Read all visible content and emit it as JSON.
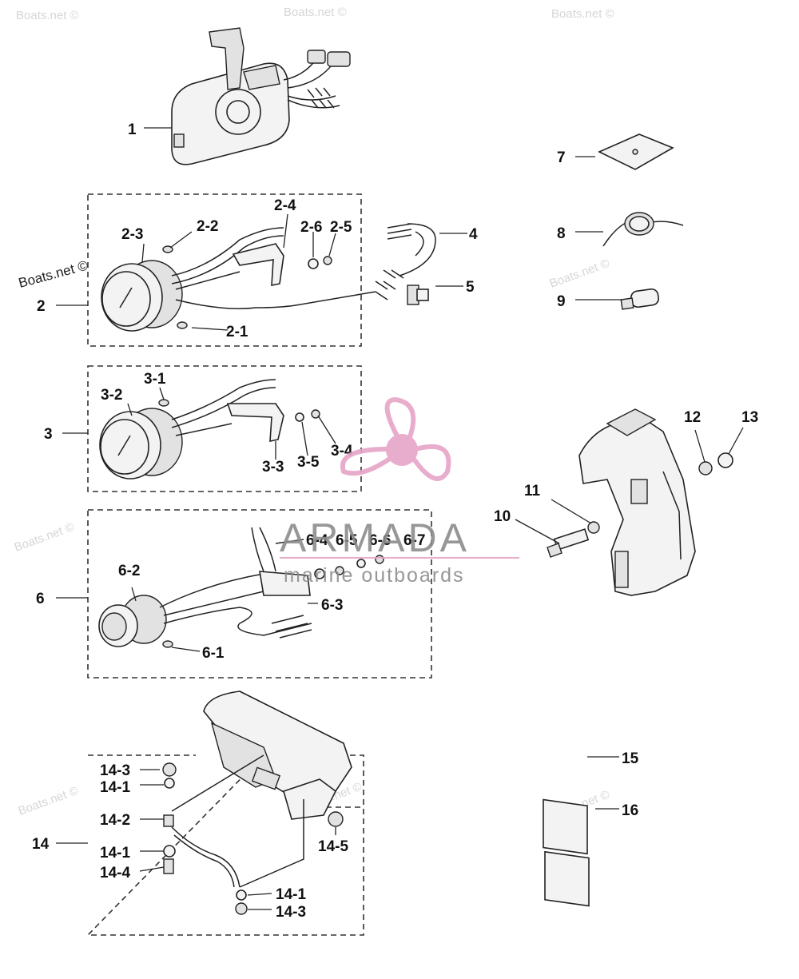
{
  "watermark": "Boats.net ©",
  "logo": {
    "brand": "ARMADA",
    "tagline": "marine outboards",
    "accent": "#e6a5c7",
    "text_color": "#8c8c8c"
  },
  "labels": {
    "p1": "1",
    "p2": "2",
    "p2_1": "2-1",
    "p2_2": "2-2",
    "p2_3": "2-3",
    "p2_4": "2-4",
    "p2_5": "2-5",
    "p2_6": "2-6",
    "p3": "3",
    "p3_1": "3-1",
    "p3_2": "3-2",
    "p3_3": "3-3",
    "p3_4": "3-4",
    "p3_5": "3-5",
    "p4": "4",
    "p5": "5",
    "p6": "6",
    "p6_1": "6-1",
    "p6_2": "6-2",
    "p6_3": "6-3",
    "p6_4": "6-4",
    "p6_5": "6-5",
    "p6_6": "6-6",
    "p6_7": "6-7",
    "p7": "7",
    "p8": "8",
    "p9": "9",
    "p10": "10",
    "p11": "11",
    "p12": "12",
    "p13": "13",
    "p14": "14",
    "p14_1a": "14-1",
    "p14_1b": "14-1",
    "p14_1c": "14-1",
    "p14_2": "14-2",
    "p14_3a": "14-3",
    "p14_3b": "14-3",
    "p14_4": "14-4",
    "p14_5": "14-5",
    "p15": "15",
    "p16": "16"
  }
}
